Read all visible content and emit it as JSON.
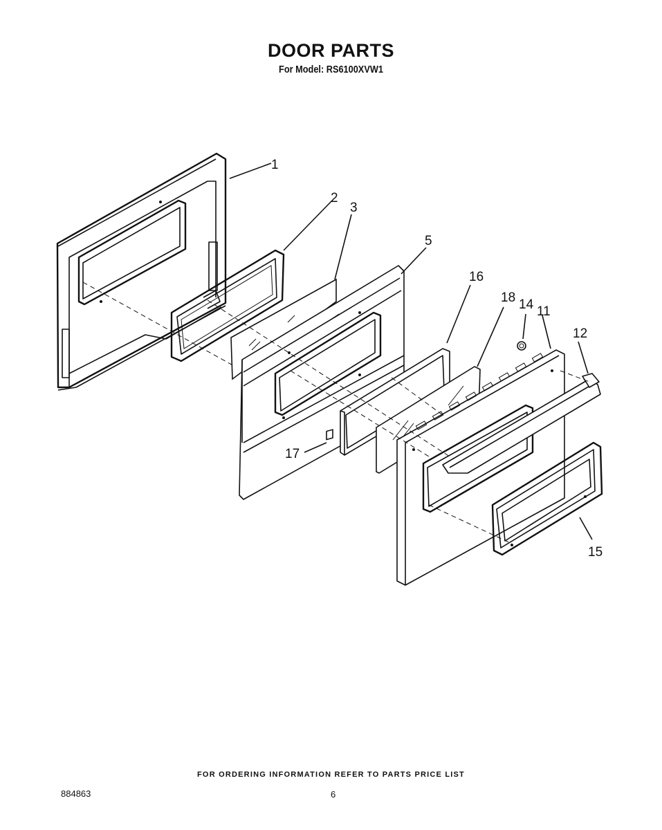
{
  "header": {
    "title": "DOOR PARTS",
    "subtitle": "For Model: RS6100XVW1"
  },
  "diagram": {
    "callouts": [
      "1",
      "2",
      "3",
      "5",
      "16",
      "18",
      "14",
      "11",
      "12",
      "17",
      "15"
    ]
  },
  "footer": {
    "note": "FOR ORDERING INFORMATION REFER TO PARTS PRICE LIST",
    "doc_number": "884863",
    "page_number": "6"
  }
}
